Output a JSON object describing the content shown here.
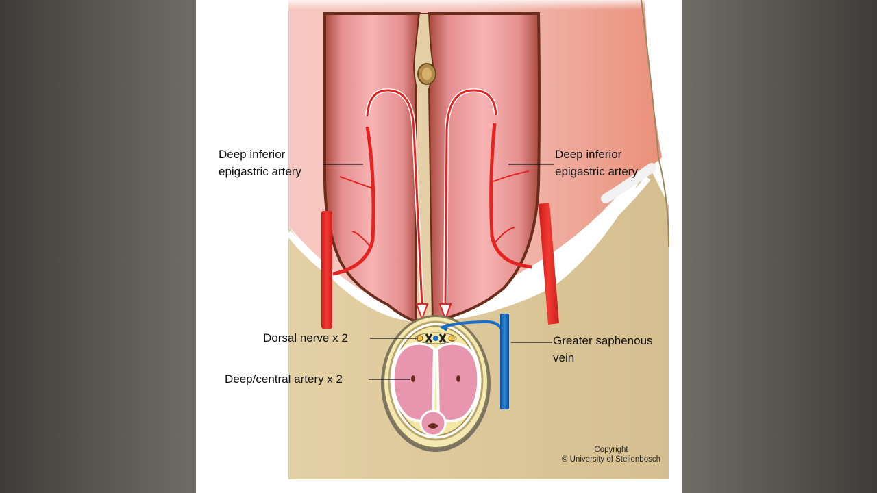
{
  "labels": {
    "deep_inferior_left": [
      "Deep inferior",
      "epigastric artery"
    ],
    "deep_inferior_right": [
      "Deep inferior",
      "epigastric artery"
    ],
    "dorsal_nerve": "Dorsal nerve  x 2",
    "deep_central_artery": "Deep/central artery x 2",
    "greater_saphenous": [
      "Greater saphenous",
      "vein"
    ]
  },
  "copyright": {
    "line1": "Copyright",
    "line2": "© University of Stellenbosch"
  },
  "colors": {
    "background_outer": "#6f6b65",
    "skin": "#d8c496",
    "muscle": "#f0a9aa",
    "artery": "#e52421",
    "vein": "#1a6fc4",
    "corpora": "#e896b0",
    "tunica": "#f4e7a4"
  }
}
